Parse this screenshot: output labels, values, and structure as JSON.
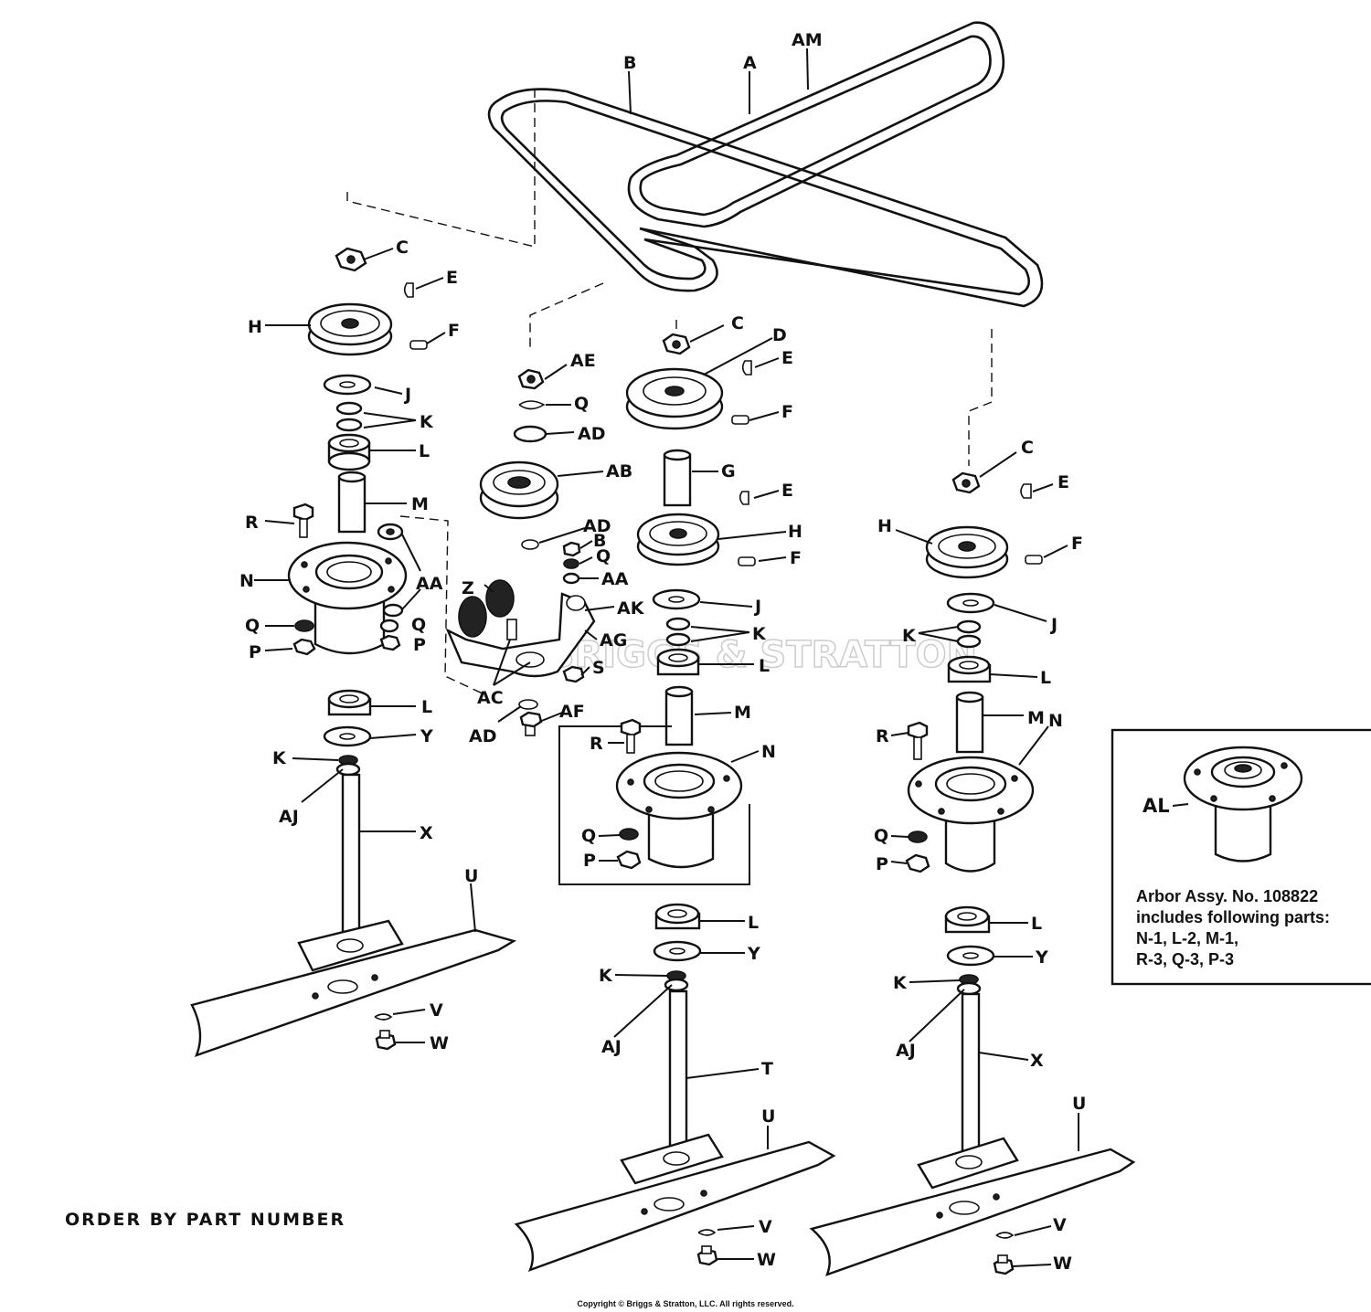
{
  "diagram": {
    "callouts": {
      "A": "A",
      "B": "B",
      "AM": "AM",
      "C": "C",
      "D": "D",
      "E": "E",
      "F": "F",
      "G": "G",
      "H": "H",
      "J": "J",
      "K": "K",
      "L": "L",
      "M": "M",
      "N": "N",
      "P": "P",
      "Q": "Q",
      "R": "R",
      "S": "S",
      "T": "T",
      "U": "U",
      "V": "V",
      "W": "W",
      "X": "X",
      "Y": "Y",
      "Z": "Z",
      "AA": "AA",
      "AB": "AB",
      "AC": "AC",
      "AD": "AD",
      "AE": "AE",
      "AF": "AF",
      "AG": "AG",
      "AJ": "AJ",
      "AK": "AK",
      "AL": "AL"
    },
    "watermark": "BRIGGS & STRATTON",
    "inset": {
      "callout": "AL",
      "lines": [
        "Arbor Assy. No. 108822",
        "includes following parts:",
        "N-1, L-2, M-1,",
        "R-3, Q-3, P-3"
      ]
    },
    "order_note": "ORDER BY PART NUMBER",
    "copyright": "Copyright © Briggs & Stratton, LLC. All rights reserved."
  }
}
